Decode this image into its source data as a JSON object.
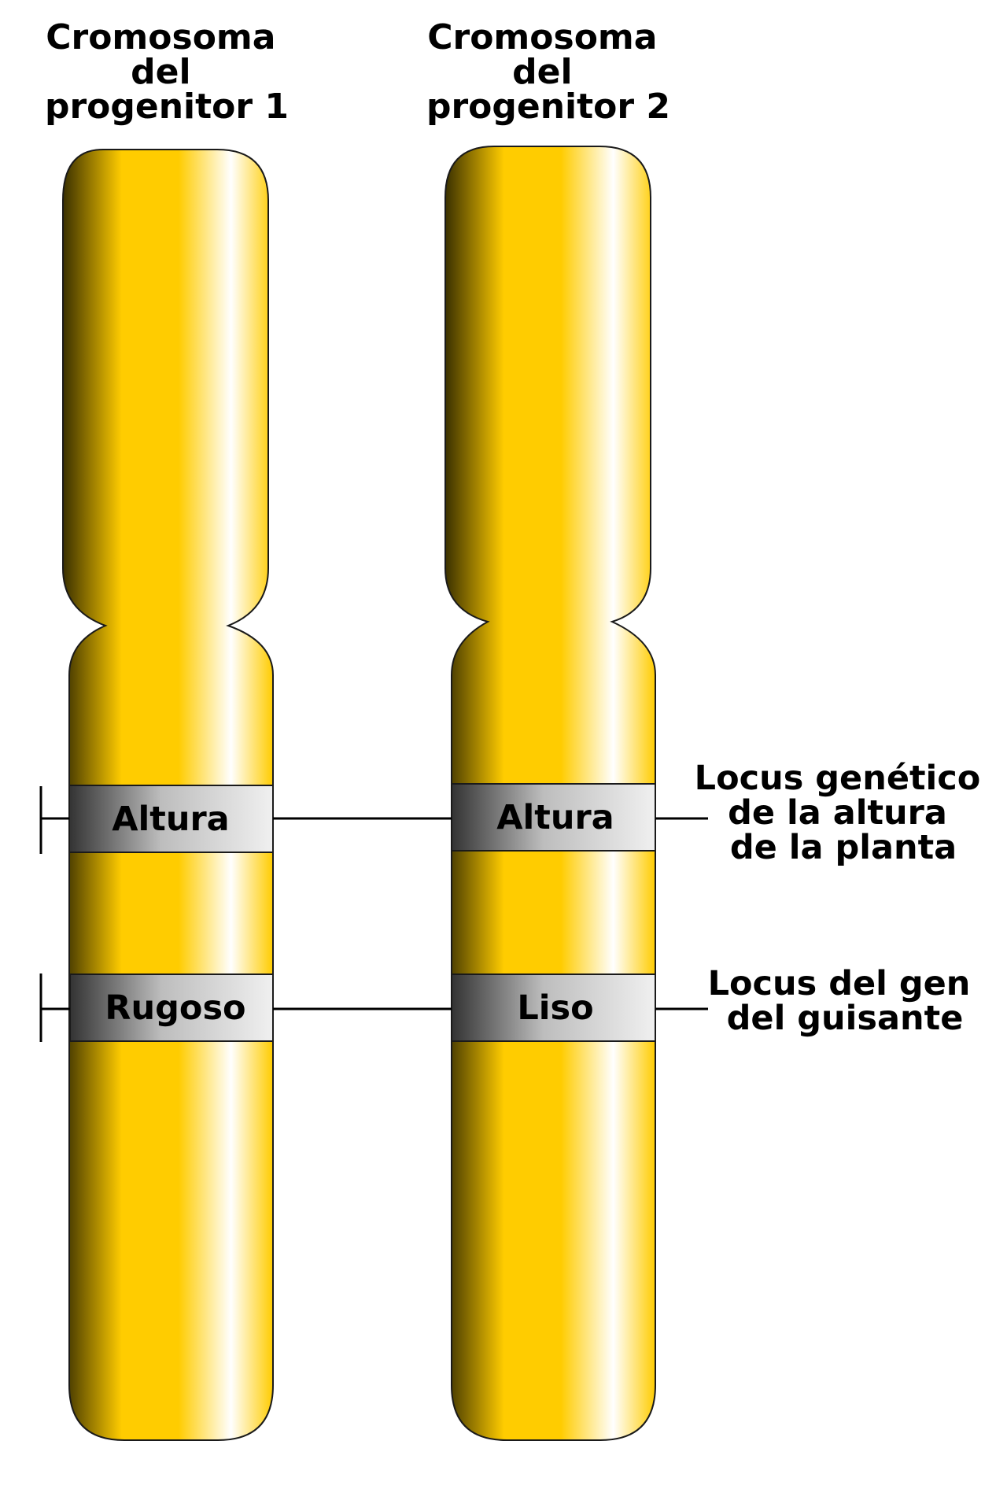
{
  "chromosomes": [
    {
      "title_lines": [
        "Cromosoma",
        "del",
        "progenitor 1"
      ],
      "bands": [
        {
          "label": "Altura"
        },
        {
          "label": "Rugoso"
        }
      ]
    },
    {
      "title_lines": [
        "Cromosoma",
        "del",
        "progenitor 2"
      ],
      "bands": [
        {
          "label": "Altura"
        },
        {
          "label": "Liso"
        }
      ]
    }
  ],
  "annotations": [
    {
      "lines": [
        "Locus genético",
        "de la altura",
        "de la planta"
      ]
    },
    {
      "lines": [
        "Locus del gen",
        "del guisante"
      ]
    }
  ],
  "colors": {
    "chromosome_base": "#FFCC00",
    "chromosome_dark_edge": "#3a3000",
    "chromosome_highlight": "#FFFFFF",
    "band_dark": "#333333",
    "band_light": "#F0F0F0"
  }
}
